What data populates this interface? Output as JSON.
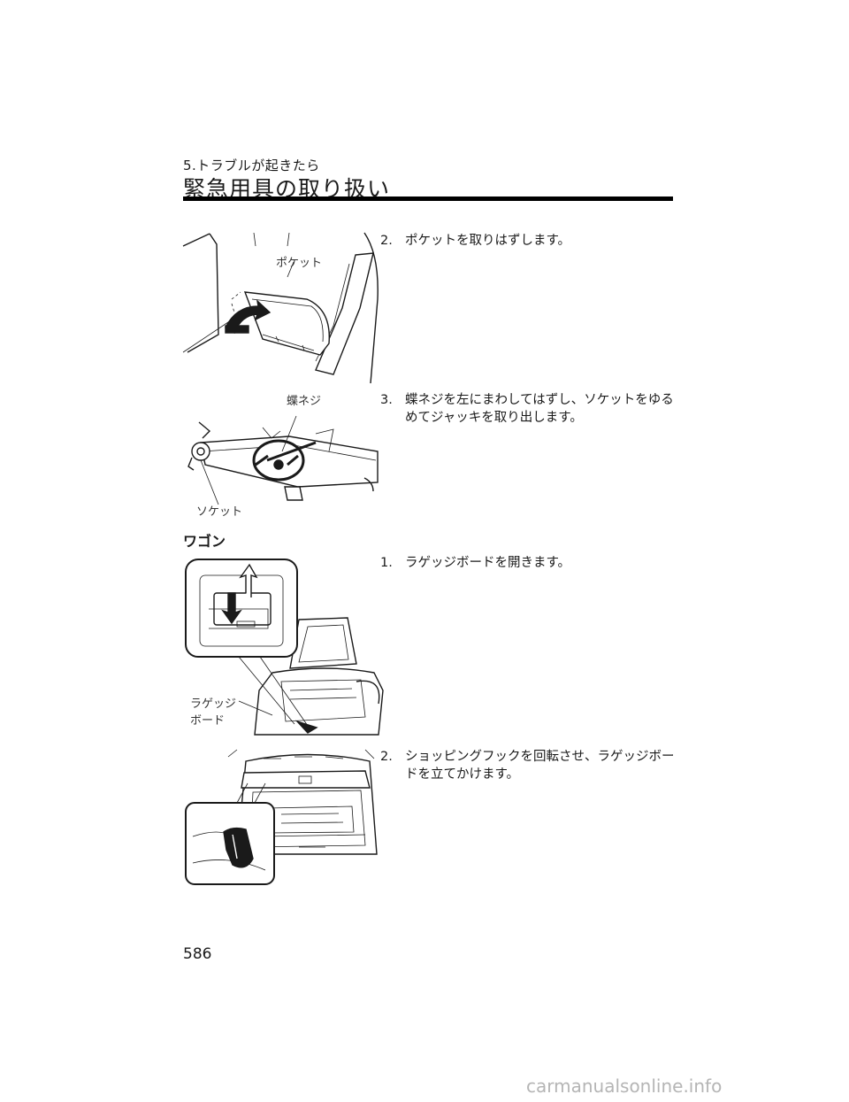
{
  "header": {
    "chapter": "5.トラブルが起きたら",
    "title": "緊急用具の取り扱い"
  },
  "steps": [
    {
      "num": "2.",
      "text": "ポケットを取りはずします。"
    },
    {
      "num": "3.",
      "text": "蝶ネジを左にまわしてはずし、ソケットをゆるめてジャッキを取り出します。"
    },
    {
      "num": "1.",
      "text": "ラゲッジボードを開きます。"
    },
    {
      "num": "2.",
      "text": "ショッピングフックを回転させ、ラゲッジボードを立てかけます。"
    }
  ],
  "labels": {
    "pocket": "ポケット",
    "wing_screw": "蝶ネジ",
    "socket": "ソケット",
    "luggage_board_line1": "ラゲッジ",
    "luggage_board_line2": "ボード"
  },
  "section": {
    "wagon": "ワゴン"
  },
  "page_number": "586",
  "watermark": "carmanualsonline.info"
}
